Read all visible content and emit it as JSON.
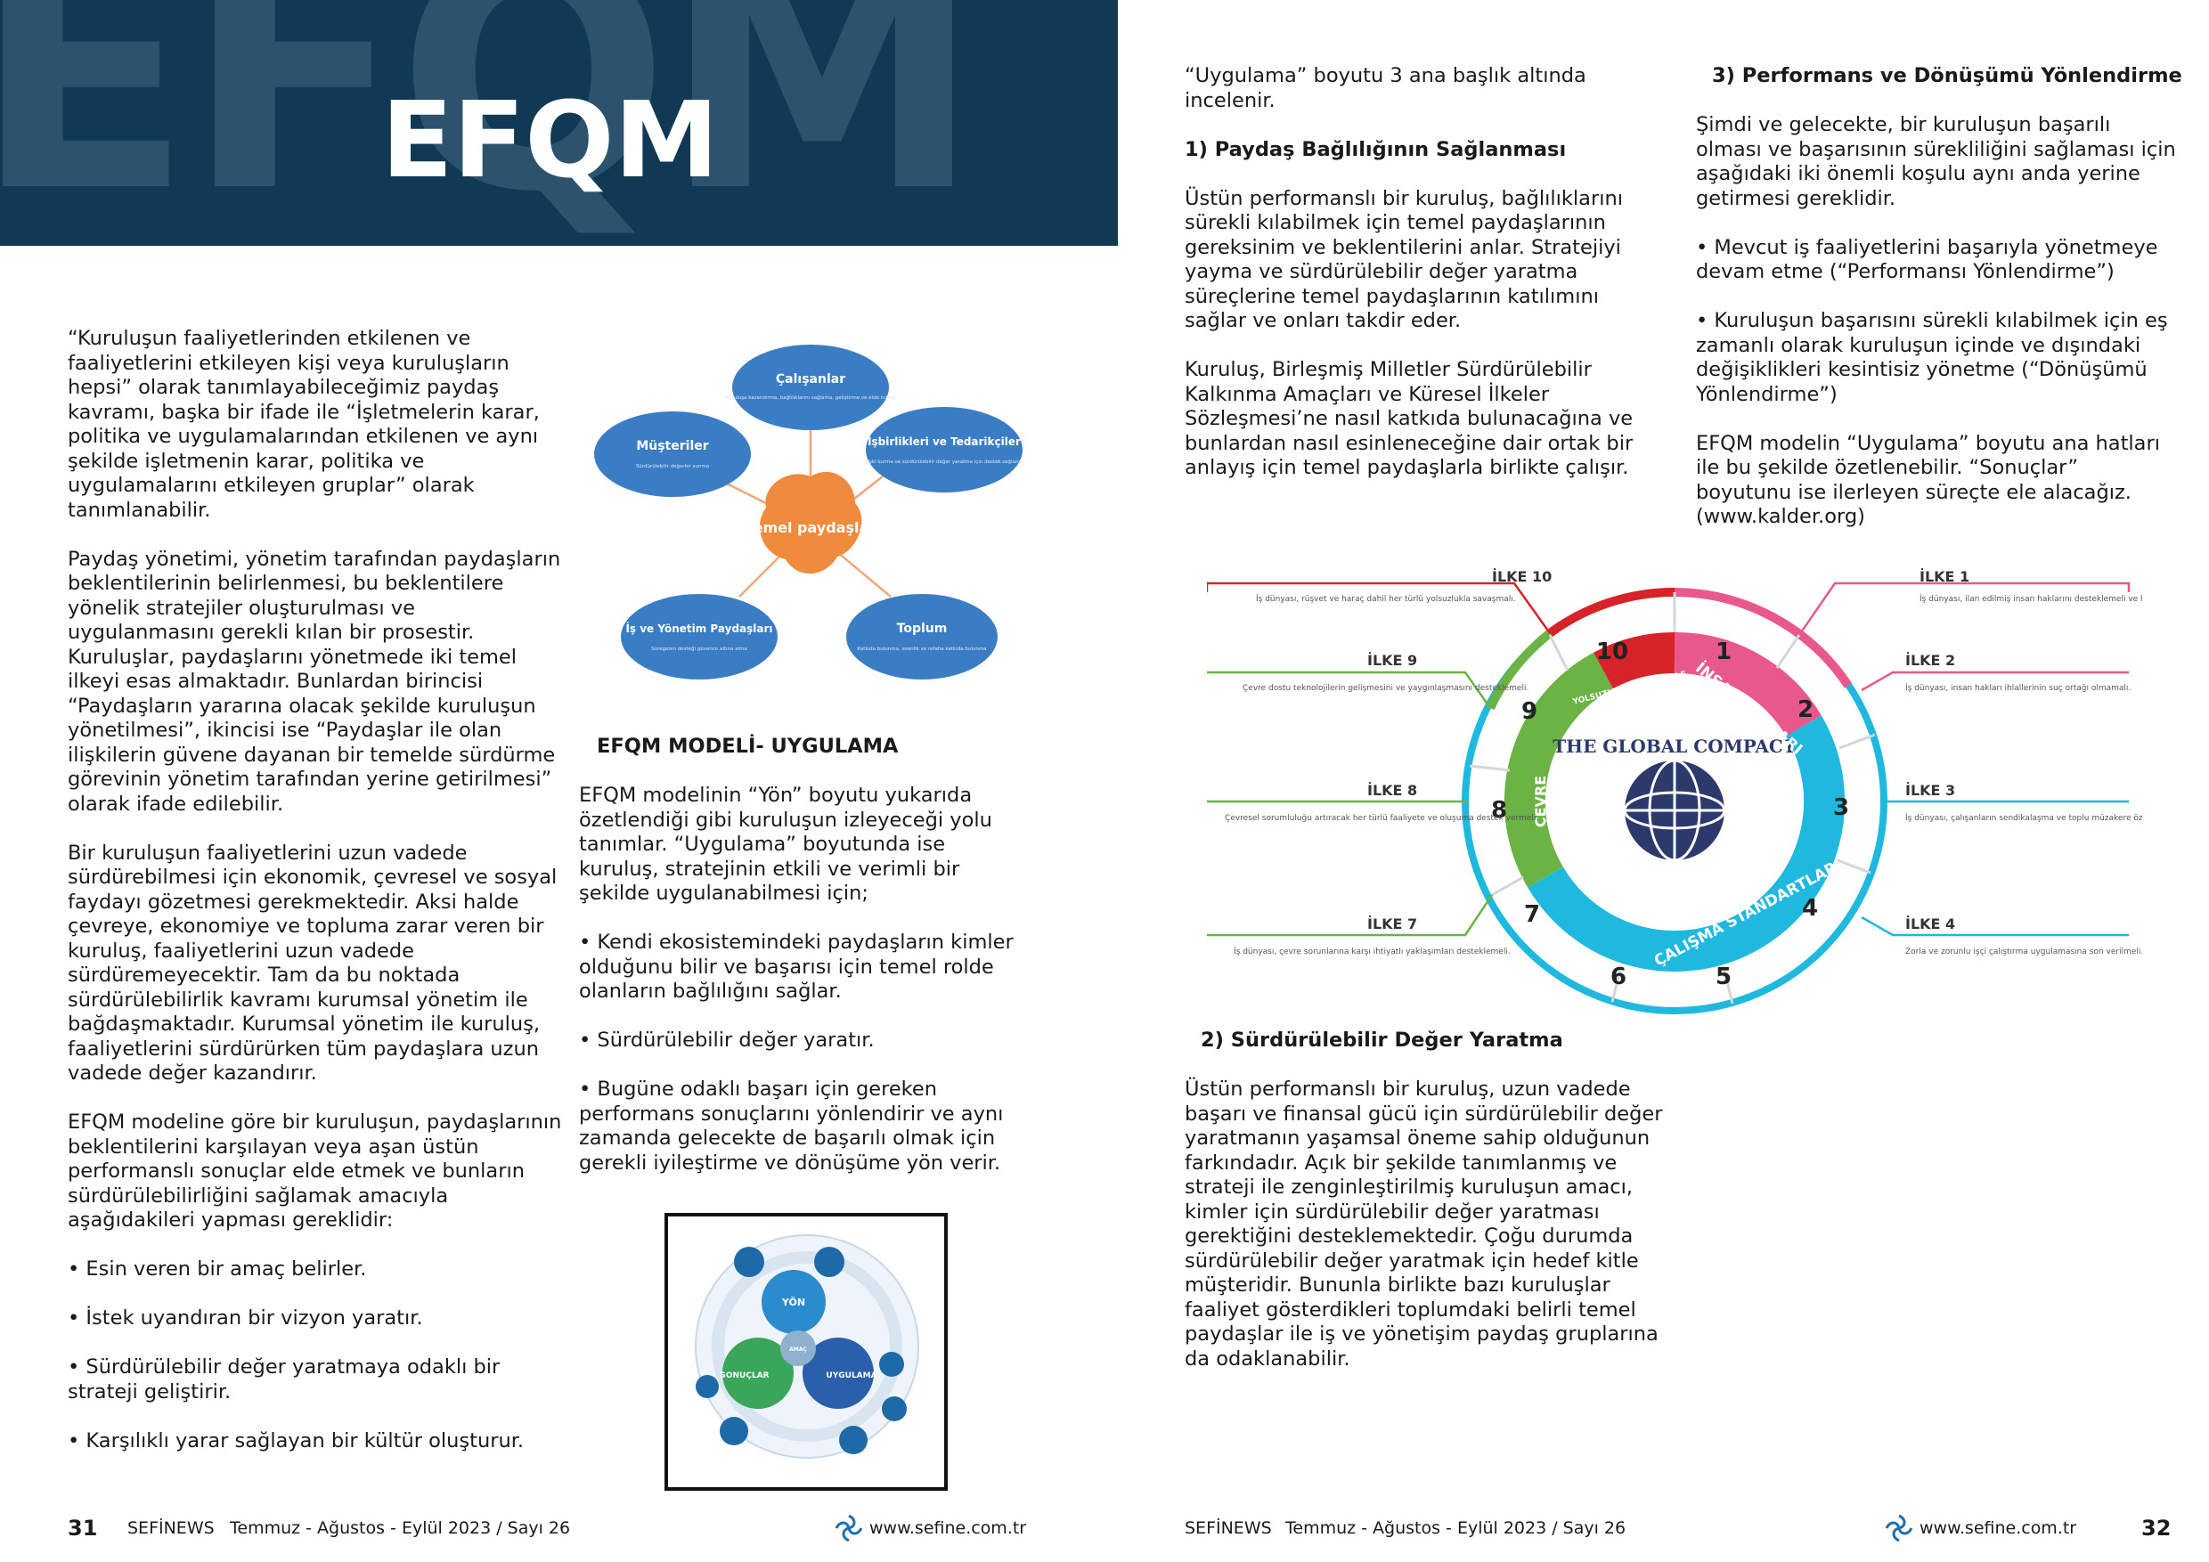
{
  "banner": {
    "bg_text": "EFQM",
    "title": "EFQM"
  },
  "left_col": [
    "“Kuruluşun faaliyetlerinden etkilenen ve faaliyetlerini etkileyen kişi veya kuruluşların hepsi” olarak tanımlayabileceğimiz paydaş kavramı, başka bir ifade ile “İşletmelerin karar, politika ve uygulamalarından etkilenen ve aynı şekilde işletmenin karar, politika ve uygulamalarını etkileyen gruplar” olarak tanımlanabilir.",
    "Paydaş yönetimi, yönetim tarafından paydaşların beklentilerinin belirlenmesi, bu beklentilere yönelik stratejiler oluşturulması ve uygulanmasını gerekli kılan bir prosestir. Kuruluşlar, paydaşlarını yönetmede iki temel ilkeyi esas almaktadır. Bunlardan birincisi “Paydaşların yararına olacak şekilde kuruluşun yönetilmesi”, ikincisi ise “Paydaşlar ile olan ilişkilerin güvene dayanan bir temelde sürdürme görevinin yönetim tarafından yerine getirilmesi” olarak ifade edilebilir.",
    "Bir kuruluşun faaliyetlerini uzun vadede sürdürebilmesi için ekonomik, çevresel ve sosyal faydayı gözetmesi gerekmektedir. Aksi halde çevreye, ekonomiye ve topluma zarar veren bir kuruluş, faaliyetlerini uzun vadede sürdüremeyecektir. Tam da bu noktada sürdürülebilirlik kavramı kurumsal yönetim ile bağdaşmaktadır. Kurumsal yönetim ile kuruluş, faaliyetlerini sürdürürken tüm paydaşlara uzun vadede değer kazandırır.",
    "EFQM modeline göre bir kuruluşun, paydaşlarının beklentilerini karşılayan veya aşan üstün performanslı sonuçlar elde etmek ve bunların sürdürülebilirliğini sağlamak amacıyla aşağıdakileri yapması gereklidir:",
    "• Esin veren bir amaç belirler.",
    "• İstek uyandıran bir vizyon yaratır.",
    "• Sürdürülebilir değer yaratmaya odaklı bir strateji geliştirir.",
    "• Karşılıklı yarar sağlayan bir kültür oluşturur."
  ],
  "stakeholder_fig": {
    "center": "Temel paydaşlar",
    "nodes": [
      {
        "title": "Çalışanlar",
        "desc": "Kuruluşa kazandırma, bağlılıklarını sağlama, geliştirme ve elde tutma"
      },
      {
        "title": "İşbirlikleri ve Tedarikçiler",
        "desc": "İlişki kurma ve sürdürülebilir değer yaratma için destek sağlama"
      },
      {
        "title": "Toplum",
        "desc": "Katkıda bulunma, esenlik ve refaha katkıda bulunma"
      },
      {
        "title": "İş ve Yönetim Paydaşları",
        "desc": "Süregelen desteği güvence altına alma"
      },
      {
        "title": "Müşteriler",
        "desc": "Sürdürülebilir değerler sunma"
      }
    ],
    "colors": {
      "node": "#3a7dc4",
      "center": "#f08a3c"
    }
  },
  "mid_heading": "EFQM MODELİ- UYGULAMA",
  "mid_col": [
    "EFQM modelinin “Yön” boyutu yukarıda özetlendiği gibi kuruluşun izleyeceği yolu tanımlar. “Uygulama” boyutunda ise kuruluş, stratejinin etkili ve verimli bir şekilde uygulanabilmesi için;",
    "• Kendi ekosistemindeki paydaşların kimler olduğunu bilir ve başarısı için temel rolde olanların bağlılığını sağlar.",
    "• Sürdürülebilir değer yaratır.",
    "• Bugüne odaklı başarı için gereken performans sonuçlarını yönlendirir ve aynı zamanda gelecekte de başarılı olmak için gerekli iyileştirme ve dönüşüme yön verir."
  ],
  "model_fig": {
    "yon": "YÖN",
    "sonuclar": "SONUÇLAR",
    "uygulama": "UYGULAMA",
    "center": "AMAÇ"
  },
  "p2_col1": [
    "“Uygulama” boyutu 3 ana başlık altında incelenir.",
    "Üstün performanslı bir kuruluş, bağlılıklarını sürekli kılabilmek için temel paydaşlarının gereksinim ve beklentilerini anlar. Stratejiyi yayma ve sürdürülebilir değer yaratma süreçlerine temel paydaşlarının katılımını sağlar ve onları takdir eder.",
    "Kuruluş, Birleşmiş Milletler Sürdürülebilir Kalkınma Amaçları ve Küresel İlkeler Sözleşmesi’ne nasıl katkıda bulunacağına ve bunlardan nasıl esinleneceğine dair ortak bir anlayış için temel paydaşlarla birlikte çalışır."
  ],
  "h_paydas": "1) Paydaş Bağlılığının Sağlanması",
  "h_performans": "3) Performans ve Dönüşümü Yönlendirme",
  "p2_col2": [
    "Şimdi ve gelecekte, bir kuruluşun başarılı olması ve başarısının sürekliliğini sağlaması için aşağıdaki iki önemli koşulu aynı anda yerine getirmesi gereklidir.",
    "• Mevcut iş faaliyetlerini başarıyla yönetmeye devam etme (“Performansı Yönlendirme”)",
    "• Kuruluşun başarısını sürekli kılabilmek için eş zamanlı olarak kuruluşun içinde ve dışındaki değişiklikleri kesintisiz yönetme (“Dönüşümü Yönlendirme”)",
    "EFQM modelin “Uygulama” boyutu ana hatları ile bu şekilde özetlenebilir. “Sonuçlar” boyutunu ise ilerleyen süreçte ele alacağız. (www.kalder.org)"
  ],
  "gc_fig": {
    "center_text": "THE GLOBAL COMPACT",
    "ring_labels": {
      "insan": "İNSAN HAKLARI",
      "calisma": "ÇALIŞMA STANDARTLARI",
      "cevre": "ÇEVRE",
      "yolsuzluk": "YOLSUZLUKLA MÜCADELE"
    },
    "numbers": [
      "1",
      "2",
      "3",
      "4",
      "5",
      "6",
      "7",
      "8",
      "9",
      "10"
    ],
    "ilke": [
      {
        "label": "İLKE 1",
        "text": "İş dünyası, ilan edilmiş insan haklarını desteklemeli ve haklara saygı duymalı."
      },
      {
        "label": "İLKE 2",
        "text": "İş dünyası, insan hakları ihlallerinin suç ortağı olmamalı."
      },
      {
        "label": "İLKE 3",
        "text": "İş dünyası, çalışanların sendikalaşma ve toplu müzakere özgürlüğünü desteklemeli."
      },
      {
        "label": "İLKE 4",
        "text": "Zorla ve zorunlu işçi çalıştırma uygulamasına son verilmeli."
      },
      {
        "label": "İLKE 7",
        "text": "İş dünyası, çevre sorunlarına karşı ihtiyatlı yaklaşımları desteklemeli."
      },
      {
        "label": "İLKE 8",
        "text": "Çevresel sorumluluğu artıracak her türlü faaliyete ve oluşuma destek vermeli."
      },
      {
        "label": "İLKE 9",
        "text": "Çevre dostu teknolojilerin gelişmesini ve yaygınlaşmasını desteklemeli."
      },
      {
        "label": "İLKE 10",
        "text": "İş dünyası, rüşvet ve haraç dahil her türlü yolsuzlukla savaşmalı."
      }
    ],
    "colors": {
      "insan": "#e8588d",
      "calisma": "#1fb8df",
      "cevre": "#6bb342",
      "yolsuzluk": "#d8222a"
    }
  },
  "h_deger": "2) Sürdürülebilir Değer Yaratma",
  "p2_col_deger": [
    "Üstün performanslı bir kuruluş, uzun vadede başarı ve finansal gücü için sürdürülebilir değer yaratmanın yaşamsal öneme sahip olduğunun farkındadır. Açık bir şekilde tanımlanmış ve strateji ile zenginleştirilmiş kuruluşun amacı, kimler için sürdürülebilir değer yaratması gerektiğini desteklemektedir. Çoğu durumda sürdürülebilir değer yaratmak için hedef kitle müşteridir. Bununla birlikte bazı kuruluşlar faaliyet gösterdikleri toplumdaki belirli temel paydaşlar ile iş ve yönetişim paydaş gruplarına da odaklanabilir."
  ],
  "footer": {
    "left_page": "31",
    "right_page": "32",
    "mag": "SEFİNEWS",
    "issue": "Temmuz - Ağustos - Eylül 2023 / Sayı 26",
    "site": "www.sefine.com.tr"
  }
}
